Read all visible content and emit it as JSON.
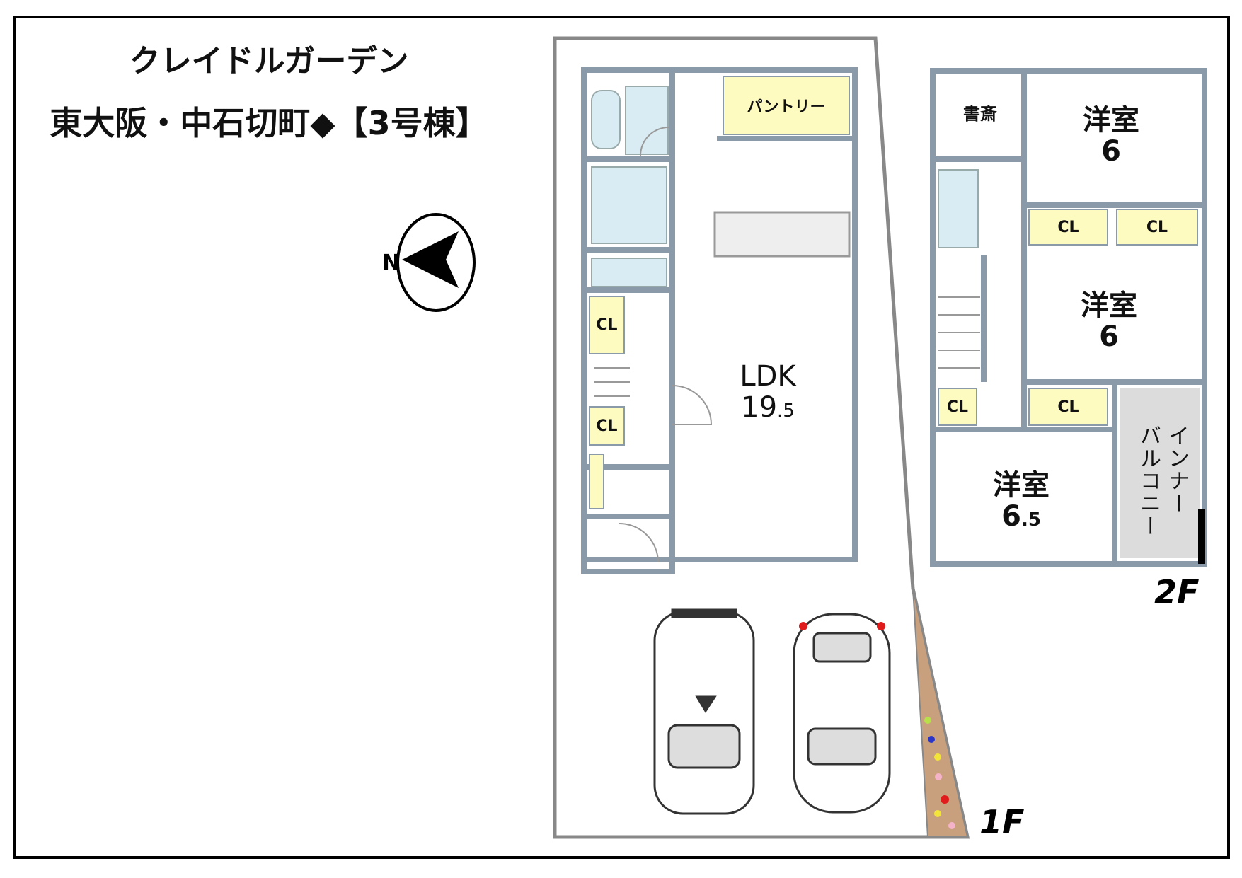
{
  "title": {
    "line1": "クレイドルガーデン",
    "line2": "東大阪・中石切町◆【3号棟】"
  },
  "compass": {
    "label": "N"
  },
  "floor1": {
    "label": "1F",
    "rooms": {
      "pantry": "パントリー",
      "ldk_name": "LDK",
      "ldk_size": "19",
      "ldk_size_dec": ".5",
      "cl1": "CL",
      "cl2": "CL"
    }
  },
  "floor2": {
    "label": "2F",
    "rooms": {
      "study": "書斎",
      "room1_name": "洋室",
      "room1_size": "6",
      "room2_name": "洋室",
      "room2_size": "6",
      "room3_name": "洋室",
      "room3_size": "6",
      "room3_size_dec": ".5",
      "cl_a": "CL",
      "cl_b": "CL",
      "cl_c": "CL",
      "cl_d": "CL",
      "balcony_col1": "インナー",
      "balcony_col2": "バルコニー"
    }
  },
  "colors": {
    "closet": "#fdfbc0",
    "balcony": "#dcdcdc",
    "wall": "#8a9aa8",
    "path": "#c9a07e"
  }
}
